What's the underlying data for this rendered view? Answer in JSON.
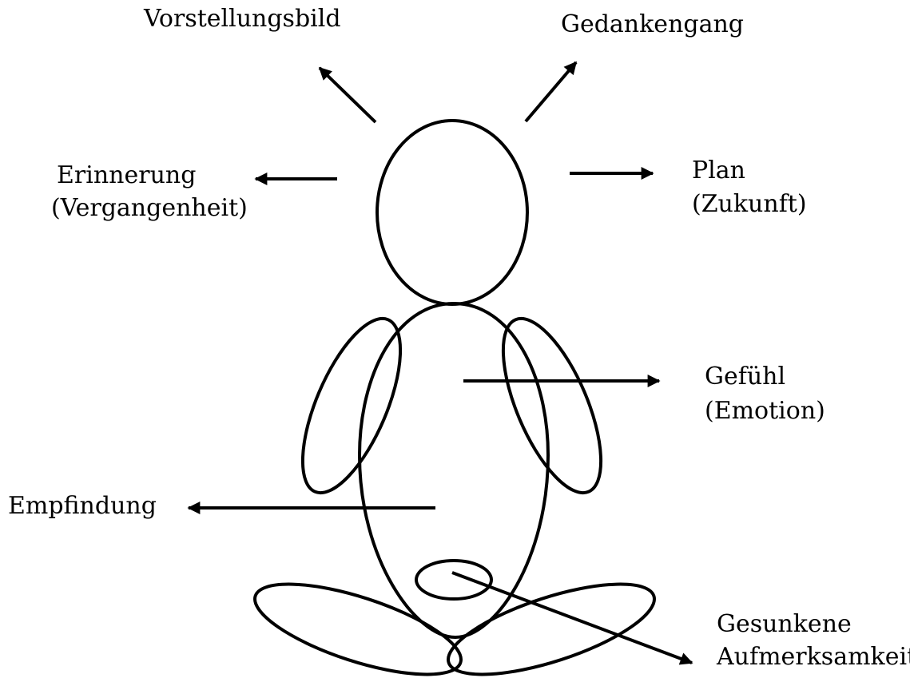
{
  "diagram": {
    "labels": {
      "imagination": "Vorstellungsbild",
      "thought": "Gedankengang",
      "memory_line1": "Erinnerung",
      "memory_line2": "(Vergangenheit)",
      "plan_line1": "Plan",
      "plan_line2": "(Zukunft)",
      "feeling_line1": "Gefühl",
      "feeling_line2": "(Emotion)",
      "sensation": "Empfindung",
      "attention_line1": "Gesunkene",
      "attention_line2": "Aufmerksamkeit"
    },
    "colors": {
      "stroke": "#000000",
      "background": "#ffffff"
    }
  }
}
